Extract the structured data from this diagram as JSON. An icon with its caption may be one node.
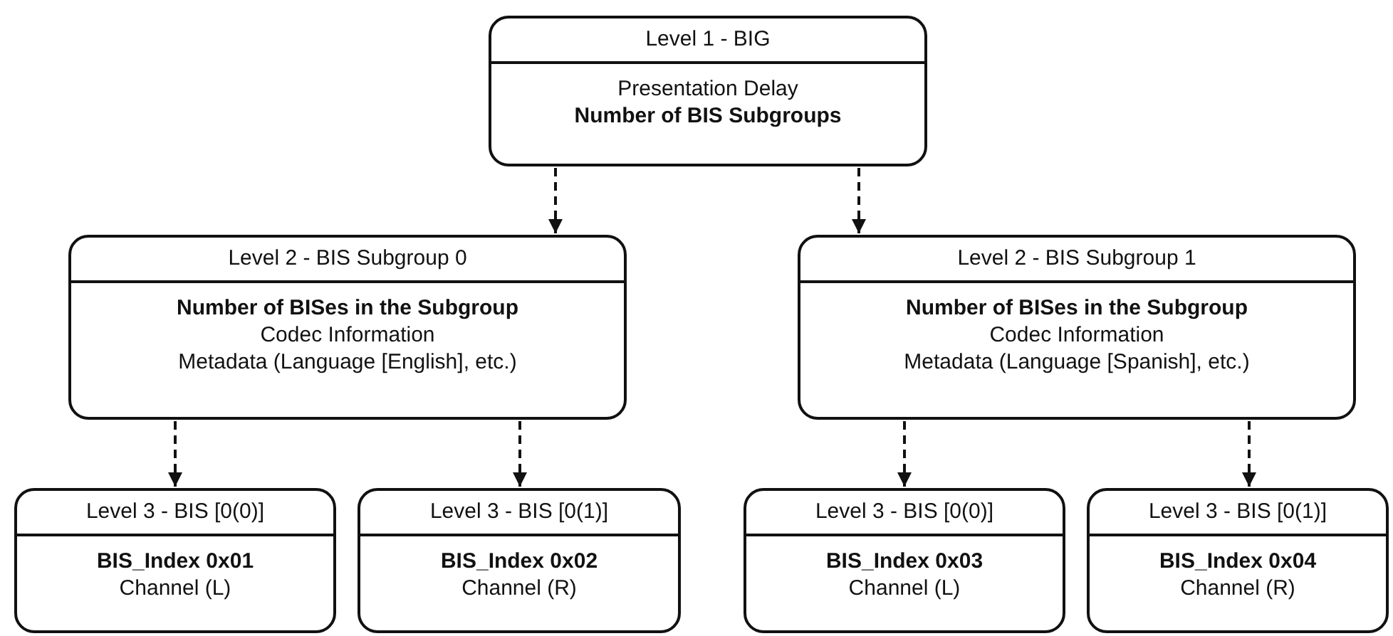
{
  "diagram": {
    "nodes": [
      {
        "text": [
          "Level 1 - BIG",
          "Presentation Delay",
          "**Number of BIS Subgroups**"
        ]
      },
      {
        "text": [
          "Level 2 - BIS Subgroup 0",
          "**Number of BISes in the Subgroup**",
          "Codec Information",
          "Metadata (Language [English], etc.)"
        ]
      },
      {
        "text": [
          "Level 2 - BIS Subgroup 1",
          "**Number of BISes in the Subgroup**",
          "Codec Information",
          "Metadata (Language [Spanish], etc.)"
        ]
      },
      {
        "text": [
          "Level 3 - BIS [0(0)]",
          "**BIS_Index 0x01**",
          "Channel (L)"
        ]
      },
      {
        "text": [
          "Level 3 - BIS [0(1)]",
          "**BIS_Index 0x02**",
          "Channel (R)"
        ]
      },
      {
        "text": [
          "Level 3 - BIS [0(0)]",
          "**BIS_Index 0x03**",
          "Channel (L)"
        ]
      },
      {
        "text": [
          "Level 3 - BIS [0(1)]",
          "**BIS_Index 0x04**",
          "Channel (R)"
        ]
      }
    ],
    "edges": [
      {
        "from": 0,
        "to": 1,
        "arrow": "to",
        "style": "dashed"
      },
      {
        "from": 0,
        "to": 2,
        "arrow": "to",
        "style": "dashed"
      },
      {
        "from": 1,
        "to": 3,
        "arrow": "to",
        "style": "dashed"
      },
      {
        "from": 1,
        "to": 4,
        "arrow": "to",
        "style": "dashed"
      },
      {
        "from": 2,
        "to": 5,
        "arrow": "to",
        "style": "dashed"
      },
      {
        "from": 2,
        "to": 6,
        "arrow": "to",
        "style": "dashed"
      }
    ]
  }
}
